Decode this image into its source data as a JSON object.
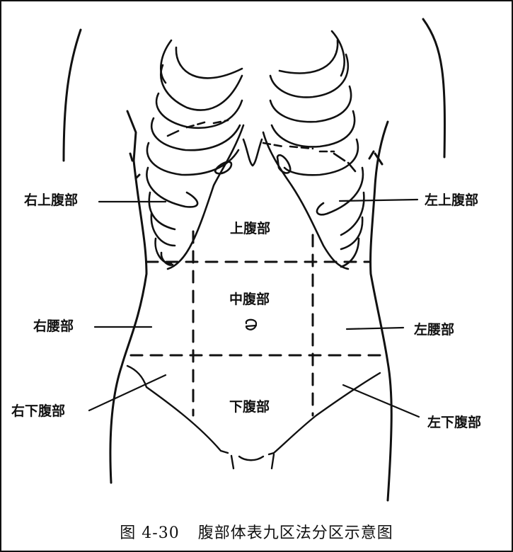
{
  "figure": {
    "number": "图 4-30",
    "title": "腹部体表九区法分区示意图"
  },
  "regions": {
    "right_hypochondriac": "右上腹部",
    "left_hypochondriac": "左上腹部",
    "epigastric": "上腹部",
    "right_lumbar": "右腰部",
    "umbilical": "中腹部",
    "left_lumbar": "左腰部",
    "right_iliac": "右下腹部",
    "hypogastric": "下腹部",
    "left_iliac": "左下腹部"
  },
  "colors": {
    "line": "#111111",
    "background": "#ffffff"
  }
}
